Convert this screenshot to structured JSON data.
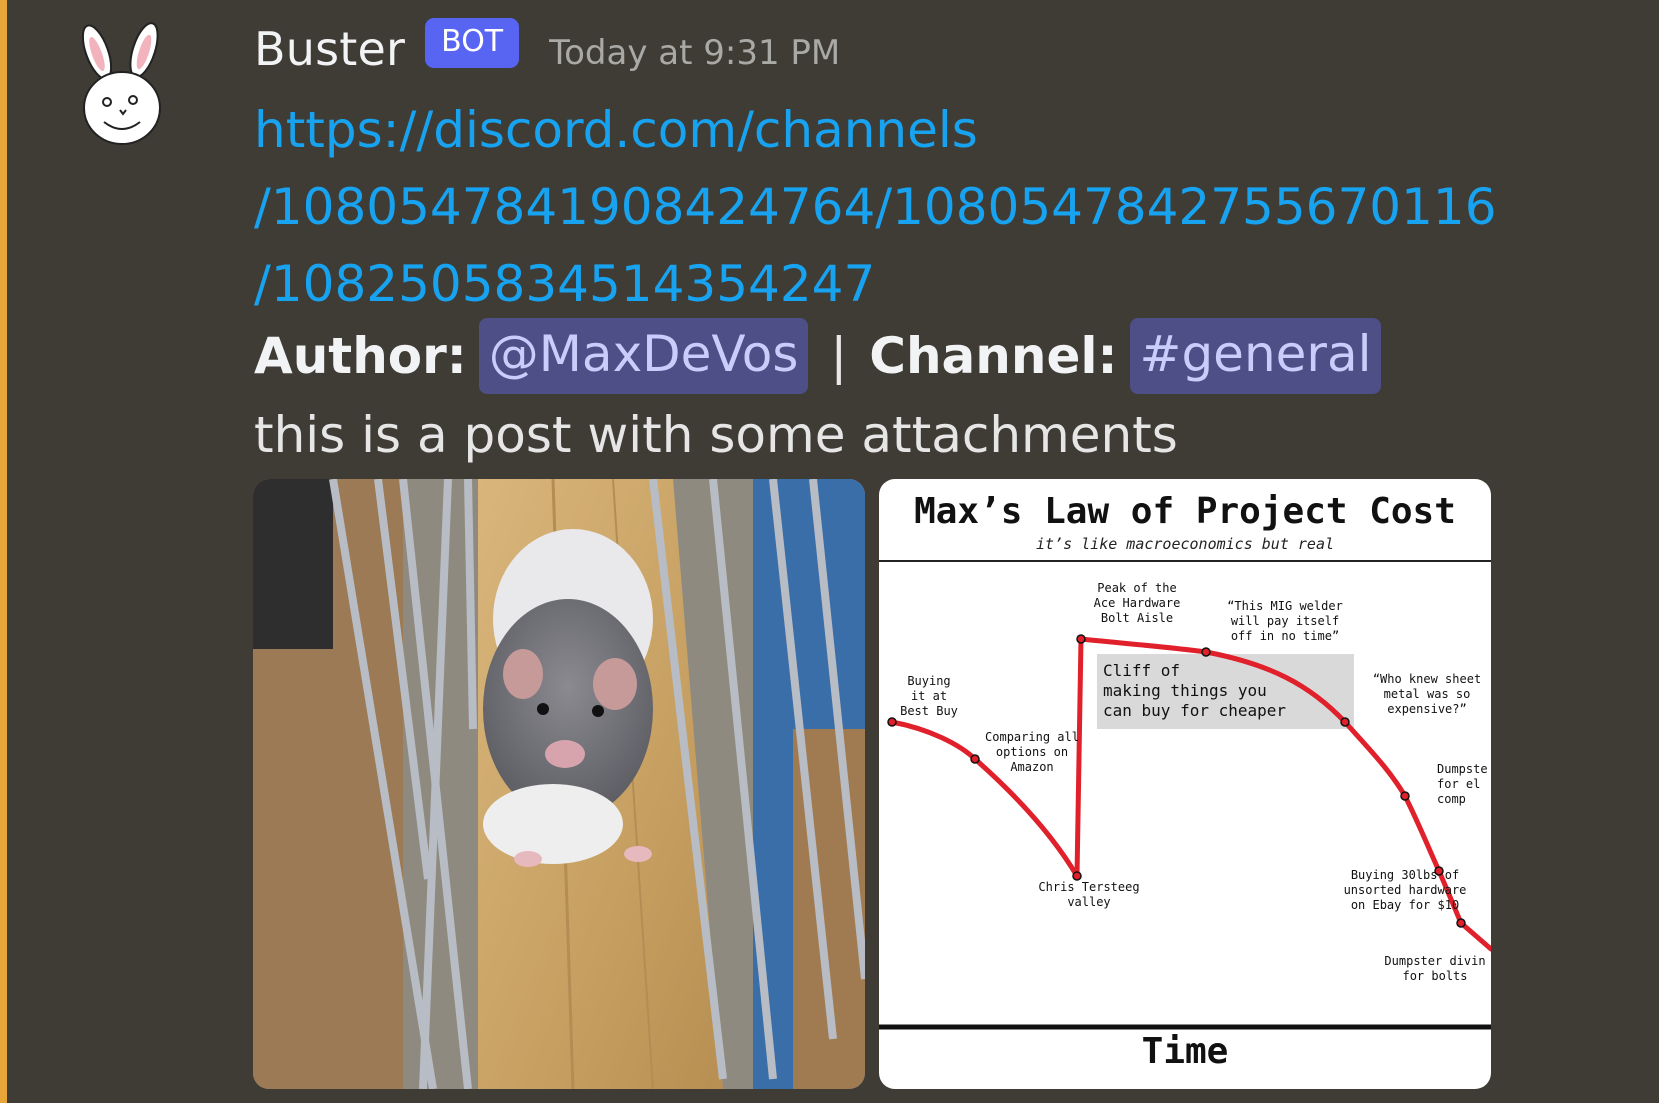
{
  "message": {
    "username": "Buster",
    "badge": "BOT",
    "timestamp": "Today at 9:31 PM",
    "link_lines": [
      "https://discord.com/channels",
      "/1080547841908424764/1080547842755670116",
      "/1082505834514354247"
    ],
    "author_label": "Author:",
    "author_mention": "@MaxDeVos",
    "separator": "|",
    "channel_label": "Channel:",
    "channel_mention": "#general",
    "content": "this is a post with some attachments"
  },
  "colors": {
    "background": "#3f3b35",
    "accent_bar": "#e8a63a",
    "link": "#18a3f0",
    "badge": "#5865f2",
    "mention_bg": "#4d4f86",
    "curve": "#e0202a"
  },
  "attachments": {
    "photo": {
      "description_icon": "rat-in-cage-photo"
    },
    "chart": {
      "title": "Max’s Law of Project Cost",
      "subtitle": "it’s like macroeconomics but real",
      "xlabel": "Time",
      "highlight_label": [
        "Cliff of",
        "making things you",
        "can buy for cheaper"
      ],
      "annotations": [
        {
          "lines": [
            "Buying",
            "it at",
            "Best Buy"
          ]
        },
        {
          "lines": [
            "Comparing all",
            "options on",
            "Amazon"
          ]
        },
        {
          "lines": [
            "Chris Tersteeg",
            "valley"
          ]
        },
        {
          "lines": [
            "Peak of the",
            "Ace Hardware",
            "Bolt Aisle"
          ]
        },
        {
          "lines": [
            "“This MIG welder",
            "will pay itself",
            "off in no time”"
          ]
        },
        {
          "lines": [
            "“Who knew sheet",
            "metal was so",
            "expensive?”"
          ]
        },
        {
          "lines": [
            "Dumpste",
            "for el",
            "comp"
          ]
        },
        {
          "lines": [
            "Buying 30lbs of",
            "unsorted hardware",
            "on Ebay for $10"
          ]
        },
        {
          "lines": [
            "Dumpster divin",
            "for bolts"
          ]
        }
      ]
    }
  },
  "chart_data": {
    "type": "line",
    "title": "Max’s Law of Project Cost",
    "subtitle": "it’s like macroeconomics but real",
    "xlabel": "Time",
    "ylabel": "",
    "grid": false,
    "legend": "none",
    "series": [
      {
        "values": [
          {
            "label": "Buying it at Best Buy"
          },
          {
            "label": "Comparing all options on Amazon"
          },
          {
            "label": "Chris Tersteeg valley"
          },
          {
            "label": "Peak of the Ace Hardware Bolt Aisle"
          },
          {
            "label": "“This MIG welder will pay itself off in no time”"
          },
          {
            "label": "“Who knew sheet metal was so expensive?”"
          },
          {
            "label": "Dumpster diving for electronic components"
          },
          {
            "label": "Buying 30lbs of unsorted hardware on Ebay for $10"
          },
          {
            "label": "Dumpster diving for bolts"
          }
        ]
      }
    ]
  }
}
